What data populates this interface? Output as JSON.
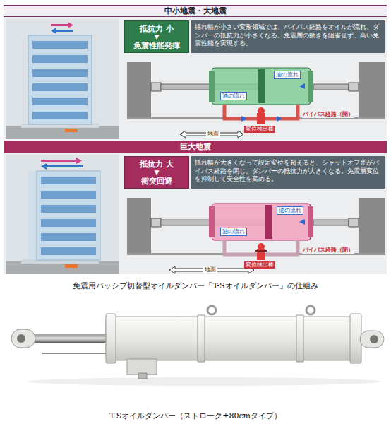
{
  "diagram": {
    "caption": "免震用パッシブ切替型オイルダンパー「T-Sオイルダンパー」の仕組み",
    "nodes": [
      {
        "text": [
          "中小地震・大地震"
        ]
      },
      {
        "text": [
          "抵抗力 小",
          "▼",
          "免震性能発揮"
        ]
      },
      {
        "text": [
          "揺れ幅が小さい変形領域では、バイパス経路をオイルが流れ、ダンパーの抵抗力が小さくなる。免震層の動きを阻害せず、高い免震性能を実現する。"
        ]
      },
      {
        "text": [
          "巨大地震"
        ]
      },
      {
        "text": [
          "抵抗力 大",
          "▼",
          "衝突回避"
        ]
      },
      {
        "text": [
          "揺れ幅が大きくなって設定変位を超えると、シャットオフ弁がバイパス経路を閉じ、ダンパーの抵抗力が大きくなる。免震層変位を抑制して安全性を高める。"
        ]
      }
    ],
    "labels": [
      "油の流れ",
      "油の流れ",
      "バイパス経路（開）",
      "変位検出棒",
      "地面",
      "油の流れ",
      "油の流れ",
      "バイパス経路（閉）",
      "変位検出棒",
      "地面",
      "T-Sオイルダンパー（ストローク±80cmタイプ）"
    ]
  }
}
